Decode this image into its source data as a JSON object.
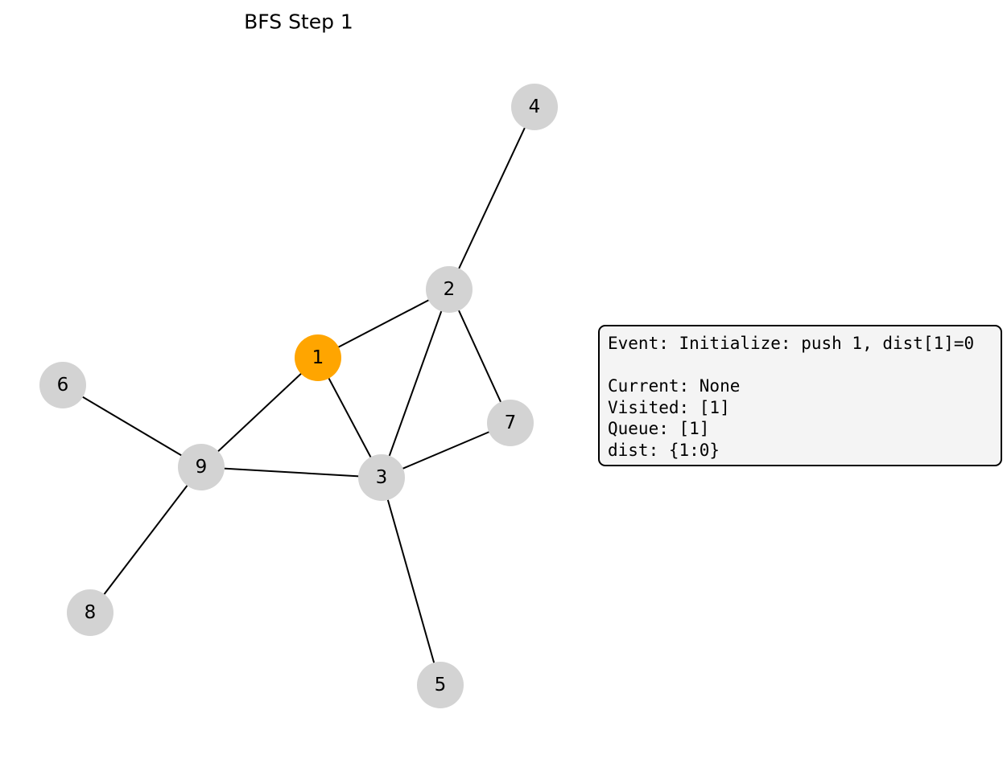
{
  "title": "BFS Step 1",
  "colors": {
    "current": "#ffa500",
    "default": "#d3d3d3",
    "edge": "#000000",
    "panel_bg": "#f4f4f4"
  },
  "graph": {
    "nodes": [
      {
        "id": "1",
        "label": "1",
        "state": "current"
      },
      {
        "id": "2",
        "label": "2",
        "state": "default"
      },
      {
        "id": "3",
        "label": "3",
        "state": "default"
      },
      {
        "id": "4",
        "label": "4",
        "state": "default"
      },
      {
        "id": "5",
        "label": "5",
        "state": "default"
      },
      {
        "id": "6",
        "label": "6",
        "state": "default"
      },
      {
        "id": "7",
        "label": "7",
        "state": "default"
      },
      {
        "id": "8",
        "label": "8",
        "state": "default"
      },
      {
        "id": "9",
        "label": "9",
        "state": "default"
      }
    ],
    "edges": [
      [
        "1",
        "2"
      ],
      [
        "1",
        "3"
      ],
      [
        "1",
        "9"
      ],
      [
        "2",
        "4"
      ],
      [
        "2",
        "3"
      ],
      [
        "2",
        "7"
      ],
      [
        "3",
        "7"
      ],
      [
        "3",
        "9"
      ],
      [
        "3",
        "5"
      ],
      [
        "9",
        "6"
      ],
      [
        "9",
        "8"
      ]
    ]
  },
  "info": {
    "event": "Event: Initialize: push 1, dist[1]=0",
    "blank": "",
    "current": "Current: None",
    "visited": "Visited: [1]",
    "queue": "Queue: [1]",
    "dist": "dist: {1:0}"
  }
}
